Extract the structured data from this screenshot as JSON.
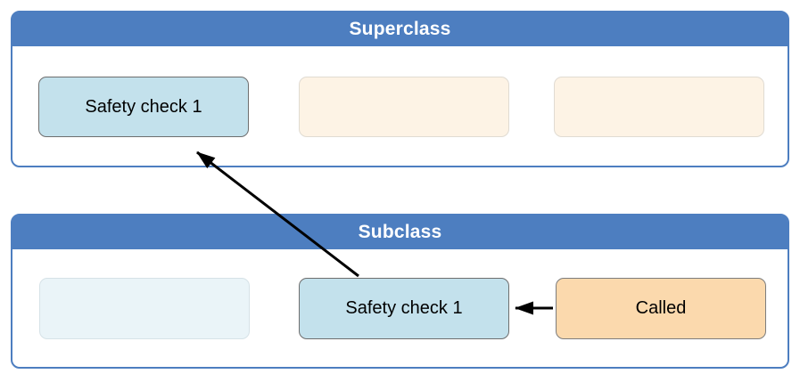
{
  "diagram": {
    "superclass": {
      "title": "Superclass",
      "boxes": [
        {
          "label": "Safety check 1",
          "style": "highlight-blue"
        },
        {
          "label": "",
          "style": "placeholder-peach"
        },
        {
          "label": "",
          "style": "placeholder-peach"
        }
      ]
    },
    "subclass": {
      "title": "Subclass",
      "boxes": [
        {
          "label": "",
          "style": "placeholder-blue"
        },
        {
          "label": "Safety check 1",
          "style": "highlight-blue"
        },
        {
          "label": "Called",
          "style": "highlight-peach"
        }
      ]
    },
    "arrows": [
      {
        "from": "Subclass / Safety check 1 (top edge)",
        "to": "Superclass / Safety check 1 (bottom)",
        "direction": "up-left"
      },
      {
        "from": "Subclass / Called (left edge)",
        "to": "Subclass / Safety check 1 (right edge)",
        "direction": "left"
      }
    ]
  },
  "colors": {
    "header_blue": "#4d7ec0",
    "panel_border_blue": "#4d7ec0",
    "highlight_blue_fill": "#c3e1ec",
    "highlight_blue_border": "#6e6e6e",
    "called_peach_fill": "#fbd9ad",
    "called_peach_border": "#7d7d7d",
    "placeholder_peach_fill": "#fdf3e5",
    "placeholder_peach_border": "#e0dbd2",
    "placeholder_blue_fill": "#eaf4f8",
    "placeholder_blue_border": "#d6e2e7",
    "arrow": "#000000",
    "background": "#ffffff"
  }
}
